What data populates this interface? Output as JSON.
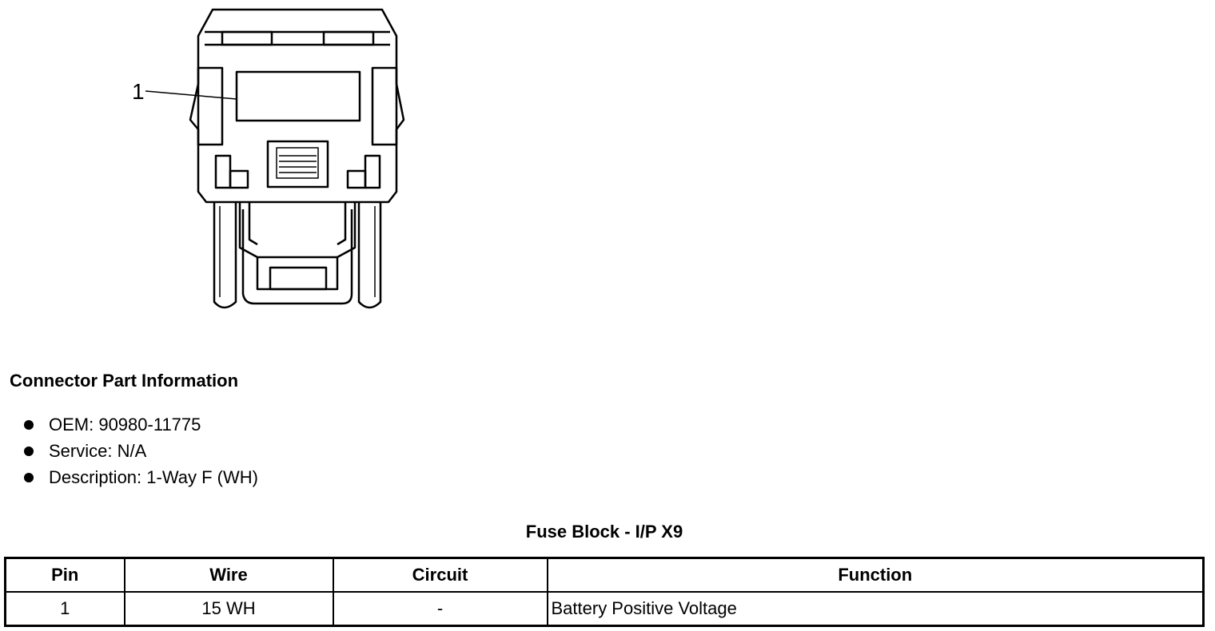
{
  "diagram": {
    "callout_label": "1"
  },
  "part_info": {
    "heading": "Connector Part Information",
    "items": [
      "OEM: 90980-11775",
      "Service: N/A",
      "Description: 1-Way F (WH)"
    ]
  },
  "pin_table": {
    "title": "Fuse Block - I/P X9",
    "headers": [
      "Pin",
      "Wire",
      "Circuit",
      "Function"
    ],
    "rows": [
      [
        "1",
        "15 WH",
        "-",
        "Battery Positive Voltage"
      ]
    ]
  }
}
